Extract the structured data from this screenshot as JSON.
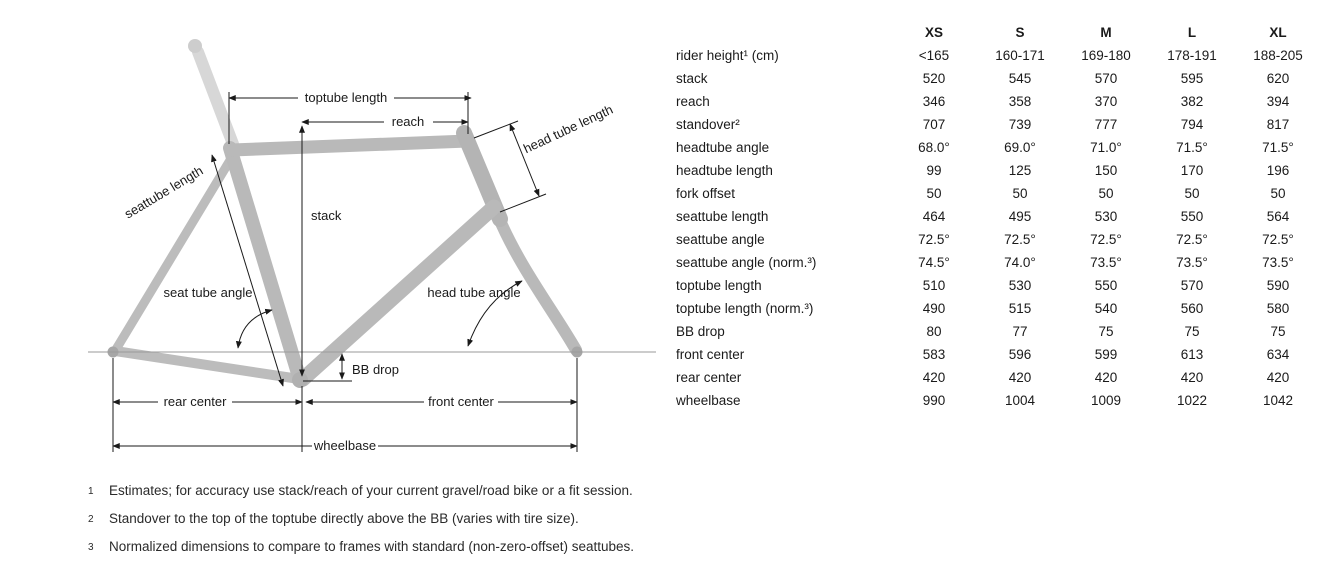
{
  "diagram": {
    "labels": {
      "toptube_length": "toptube length",
      "reach": "reach",
      "head_tube_length": "head tube length",
      "seattube_length": "seattube length",
      "stack": "stack",
      "seat_tube_angle": "seat tube angle",
      "head_tube_angle": "head tube angle",
      "bb_drop": "BB drop",
      "rear_center": "rear center",
      "front_center": "front center",
      "wheelbase": "wheelbase"
    },
    "colors": {
      "frame": "#b9b9b9",
      "seatpost": "#d7d7d7",
      "dimension_lines": "#1a1a1a",
      "axle_line": "#9a9a9a"
    }
  },
  "table": {
    "sizes": [
      "XS",
      "S",
      "M",
      "L",
      "XL"
    ],
    "rows": [
      {
        "label": "rider height¹ (cm)",
        "values": [
          "<165",
          "160-171",
          "169-180",
          "178-191",
          "188-205"
        ]
      },
      {
        "label": "stack",
        "values": [
          "520",
          "545",
          "570",
          "595",
          "620"
        ]
      },
      {
        "label": "reach",
        "values": [
          "346",
          "358",
          "370",
          "382",
          "394"
        ]
      },
      {
        "label": "standover²",
        "values": [
          "707",
          "739",
          "777",
          "794",
          "817"
        ]
      },
      {
        "label": "headtube angle",
        "values": [
          "68.0°",
          "69.0°",
          "71.0°",
          "71.5°",
          "71.5°"
        ]
      },
      {
        "label": "headtube length",
        "values": [
          "99",
          "125",
          "150",
          "170",
          "196"
        ]
      },
      {
        "label": "fork offset",
        "values": [
          "50",
          "50",
          "50",
          "50",
          "50"
        ]
      },
      {
        "label": "seattube length",
        "values": [
          "464",
          "495",
          "530",
          "550",
          "564"
        ]
      },
      {
        "label": "seattube angle",
        "values": [
          "72.5°",
          "72.5°",
          "72.5°",
          "72.5°",
          "72.5°"
        ]
      },
      {
        "label": "seattube angle (norm.³)",
        "values": [
          "74.5°",
          "74.0°",
          "73.5°",
          "73.5°",
          "73.5°"
        ]
      },
      {
        "label": "toptube length",
        "values": [
          "510",
          "530",
          "550",
          "570",
          "590"
        ]
      },
      {
        "label": "toptube length (norm.³)",
        "values": [
          "490",
          "515",
          "540",
          "560",
          "580"
        ]
      },
      {
        "label": "BB drop",
        "values": [
          "80",
          "77",
          "75",
          "75",
          "75"
        ]
      },
      {
        "label": "front center",
        "values": [
          "583",
          "596",
          "599",
          "613",
          "634"
        ]
      },
      {
        "label": "rear center",
        "values": [
          "420",
          "420",
          "420",
          "420",
          "420"
        ]
      },
      {
        "label": "wheelbase",
        "values": [
          "990",
          "1004",
          "1009",
          "1022",
          "1042"
        ]
      }
    ]
  },
  "footnotes": [
    {
      "marker": "1",
      "text": "Estimates; for accuracy use stack/reach of your current gravel/road bike or a fit session."
    },
    {
      "marker": "2",
      "text": "Standover to the top of the toptube directly above the BB (varies with tire size)."
    },
    {
      "marker": "3",
      "text": "Normalized dimensions to compare to frames with standard (non-zero-offset) seattubes."
    }
  ]
}
